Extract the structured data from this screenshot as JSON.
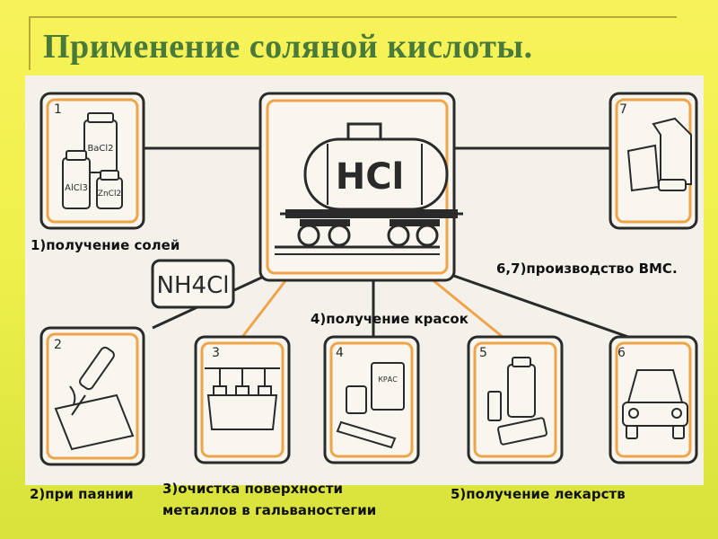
{
  "title": "Применение соляной кислоты.",
  "images": {
    "hcl_tank": "HCl",
    "nh4cl": "NH4Cl",
    "salts": [
      "BaCl2",
      "AlCl3",
      "ZnCl2"
    ],
    "paint_can": "КРАС"
  },
  "diagram_numbers": [
    "1",
    "2",
    "3",
    "4",
    "5",
    "6",
    "7"
  ],
  "labels": {
    "salts": "1)получение солей",
    "soldering": "2)при паянии",
    "cleaning_line1": "3)очистка поверхности",
    "cleaning_line2": "металлов в гальваностегии",
    "paints": "4)получение красок",
    "medicines": "5)получение лекарств",
    "polymers": "6,7)производство ВМС."
  },
  "colors": {
    "title": "#4a7a3a",
    "accent_orange": "#f0a44a",
    "panel_bg": "#f3f1ea",
    "lines": "#2a2a2a"
  },
  "icons": [
    "hcl-tank-car-icon",
    "salts-jars-icon",
    "soldering-iron-icon",
    "galvanic-bath-icon",
    "paint-cans-icon",
    "medicines-icon",
    "car-icon",
    "clothing-icon"
  ]
}
